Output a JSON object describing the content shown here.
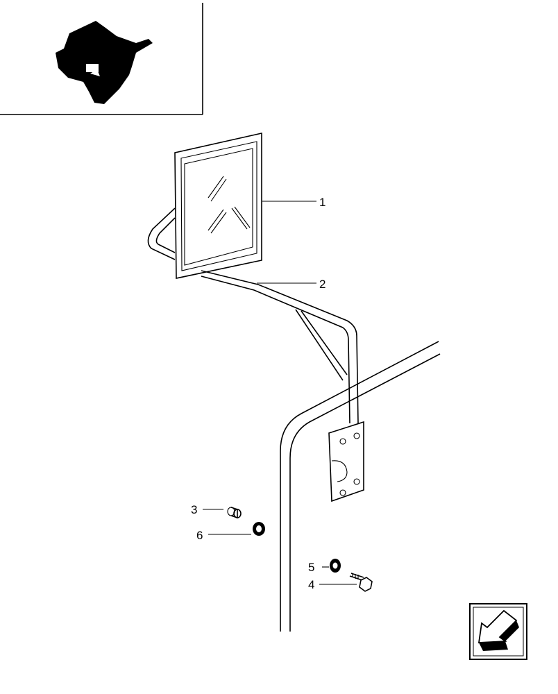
{
  "callouts": [
    {
      "id": "1",
      "label": "1"
    },
    {
      "id": "2",
      "label": "2"
    },
    {
      "id": "3",
      "label": "3"
    },
    {
      "id": "4",
      "label": "4"
    },
    {
      "id": "5",
      "label": "5"
    },
    {
      "id": "6",
      "label": "6"
    }
  ],
  "colors": {
    "ink": "#000000",
    "paper": "#ffffff"
  },
  "icons": {
    "thumbnail": "tractor-cab-thumbnail-icon",
    "nav": "back-arrow-icon"
  }
}
